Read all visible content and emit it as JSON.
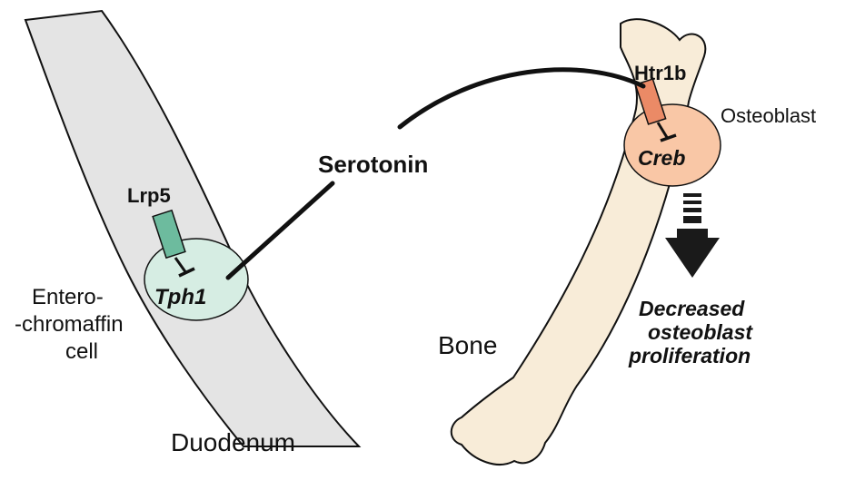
{
  "labels": {
    "duodenum": "Duodenum",
    "entero_line1": "Entero-",
    "entero_line2": "-chromaffin",
    "entero_line3": "cell",
    "lrp5": "Lrp5",
    "tph1": "Tph1",
    "serotonin": "Serotonin",
    "htr1b": "Htr1b",
    "osteoblast": "Osteoblast",
    "creb": "Creb",
    "bone": "Bone",
    "outcome_line1": "Decreased",
    "outcome_line2": "osteoblast",
    "outcome_line3": "proliferation"
  },
  "colors": {
    "duodenum_fill": "#e4e4e4",
    "enterochromaffin_cell_fill": "#d6ede3",
    "lrp5_receptor_fill": "#6dbb9e",
    "bone_fill": "#f8ecd8",
    "osteoblast_fill": "#f9c7a6",
    "htr1b_receptor_fill": "#eb8a66",
    "arrow_fill": "#1a1a1a",
    "line_color": "#111111"
  }
}
